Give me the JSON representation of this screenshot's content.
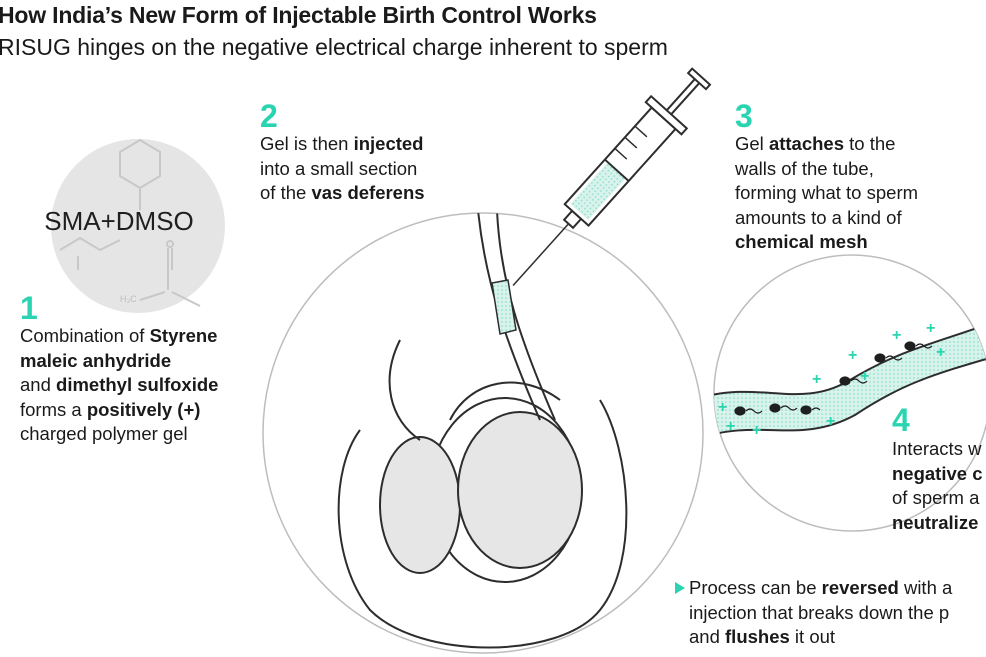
{
  "header": {
    "title": "How India’s New Form of Injectable Birth Control Works",
    "subtitle": "RISUG hinges on the negative electrical charge inherent to sperm"
  },
  "colors": {
    "accent": "#2bd4b0",
    "text": "#1a1a1a",
    "line": "#333333",
    "formula_circle": "#e3e3e3",
    "gel_fill": "#cfeee6"
  },
  "formula": {
    "label": "SMA+DMSO",
    "atom_label": "H₃C"
  },
  "steps": [
    {
      "number": "1",
      "lines": [
        {
          "pre": "Combination of ",
          "bold": "Styrene",
          "post": ""
        },
        {
          "pre": "",
          "bold": "maleic anhydride",
          "post": ""
        },
        {
          "pre": "and ",
          "bold": "dimethyl sulfoxide",
          "post": ""
        },
        {
          "pre": "forms a ",
          "bold": "positively (+)",
          "post": ""
        },
        {
          "pre": "charged polymer gel",
          "bold": "",
          "post": ""
        }
      ]
    },
    {
      "number": "2",
      "lines": [
        {
          "pre": "Gel is then ",
          "bold": "injected",
          "post": ""
        },
        {
          "pre": "into a small section",
          "bold": "",
          "post": ""
        },
        {
          "pre": "of the ",
          "bold": "vas deferens",
          "post": ""
        }
      ]
    },
    {
      "number": "3",
      "lines": [
        {
          "pre": "Gel ",
          "bold": "attaches",
          "post": " to the"
        },
        {
          "pre": "walls of the tube,",
          "bold": "",
          "post": ""
        },
        {
          "pre": "forming what to sperm",
          "bold": "",
          "post": ""
        },
        {
          "pre": "amounts to a kind of",
          "bold": "",
          "post": ""
        },
        {
          "pre": "",
          "bold": "chemical mesh",
          "post": ""
        }
      ]
    },
    {
      "number": "4",
      "lines": [
        {
          "pre": "Interacts w",
          "bold": "",
          "post": ""
        },
        {
          "pre": "",
          "bold": "negative c",
          "post": ""
        },
        {
          "pre": "of sperm a",
          "bold": "",
          "post": ""
        },
        {
          "pre": "",
          "bold": "neutralize",
          "post": ""
        }
      ]
    }
  ],
  "note": {
    "lines": [
      {
        "pre": "Process can be ",
        "bold": "reversed",
        "post": " with a"
      },
      {
        "pre": "injection that breaks down the p",
        "bold": "",
        "post": ""
      },
      {
        "pre": "and ",
        "bold": "flushes",
        "post": " it out"
      }
    ]
  }
}
